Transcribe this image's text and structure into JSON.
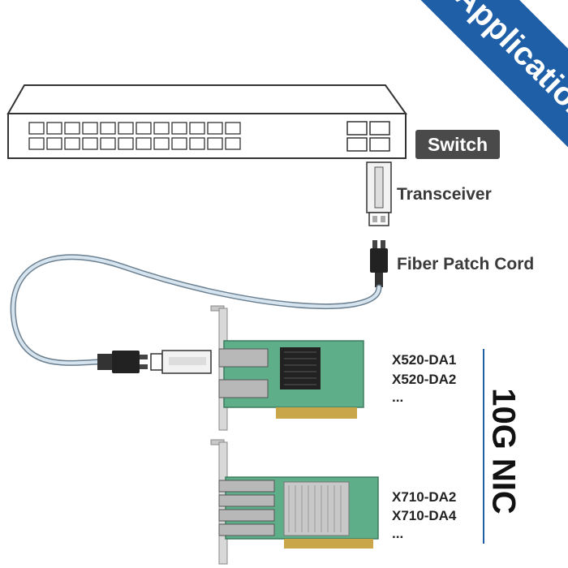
{
  "banner": {
    "text": "Application",
    "color": "#1f5fa8"
  },
  "labels": {
    "switch": "Switch",
    "transceiver": "Transceiver",
    "fiber_patch_cord": "Fiber Patch Cord"
  },
  "nic": {
    "title": "10G NIC",
    "card1_models": [
      "X520-DA1",
      "X520-DA2",
      "..."
    ],
    "card2_models": [
      "X710-DA2",
      "X710-DA4",
      "..."
    ]
  },
  "colors": {
    "pcb": "#5fae8a",
    "cable": "#c9dbe8",
    "text": "#3a3a3a"
  }
}
